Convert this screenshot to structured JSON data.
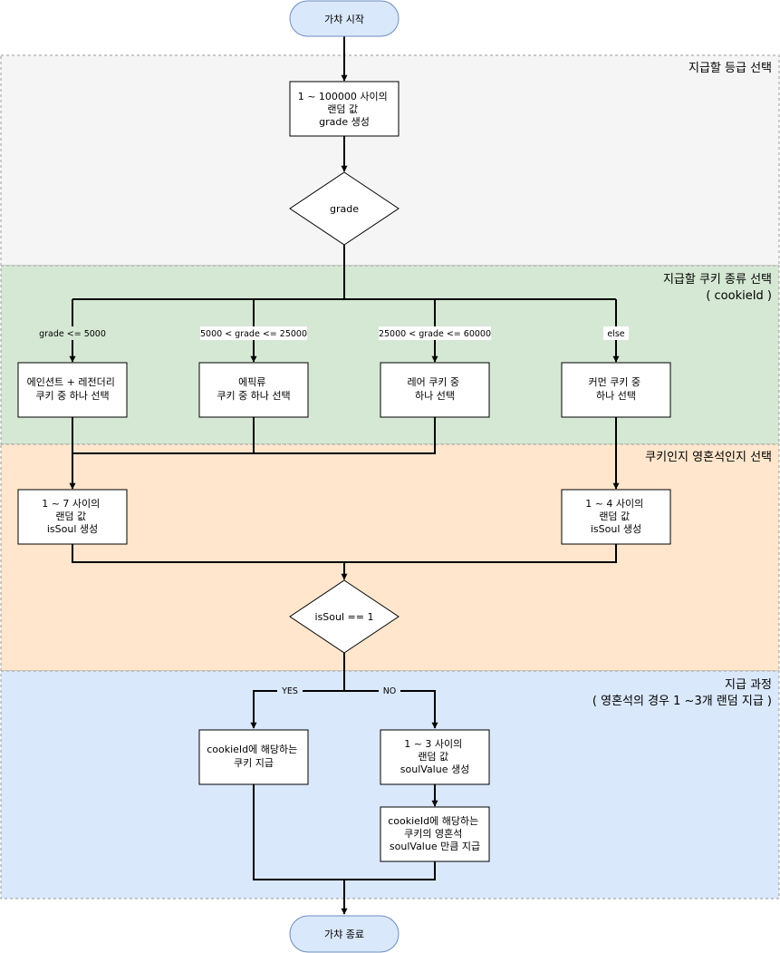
{
  "colors": {
    "lane1": "#f5f5f5",
    "lane2": "#d5e8d4",
    "lane3": "#ffe6cc",
    "lane4": "#dae8fc",
    "terminal_fill": "#dae8fc",
    "terminal_stroke": "#6c8ebf",
    "lane_border": "#999999",
    "line": "#000000"
  },
  "lanes": {
    "grade": {
      "title": "지급할 등급 선택"
    },
    "cookie": {
      "title": "지급할 쿠키 종류 선택",
      "subtitle": "( cookieId )"
    },
    "soul": {
      "title": "쿠키인지 영혼석인지 선택"
    },
    "give": {
      "title": "지급 과정",
      "subtitle": "( 영혼석의 경우 1 ~3개 랜덤 지급 )"
    }
  },
  "nodes": {
    "start": {
      "label": "가챠 시작"
    },
    "grade_gen": {
      "lines": [
        "1 ~ 100000 사이의",
        "랜덤 값",
        "grade 생성"
      ]
    },
    "grade_decision": {
      "label": "grade"
    },
    "legend_heroic": {
      "lines": [
        "에인션트 + 레전더리",
        "쿠키 중 하나 선택"
      ]
    },
    "epic": {
      "lines": [
        "에픽류",
        "쿠키 중 하나 선택"
      ]
    },
    "rare": {
      "lines": [
        "레어 쿠키 중",
        "하나 선택"
      ]
    },
    "common": {
      "lines": [
        "커먼 쿠키 중",
        "하나 선택"
      ]
    },
    "soul7": {
      "lines": [
        "1 ~ 7 사이의",
        "랜덤 값",
        "isSoul 생성"
      ]
    },
    "soul4": {
      "lines": [
        "1 ~ 4 사이의",
        "랜덤 값",
        "isSoul 생성"
      ]
    },
    "soul_decision": {
      "label": "isSoul == 1"
    },
    "give_cookie": {
      "lines": [
        "cookieId에 해당하는",
        "쿠키 지급"
      ]
    },
    "soul_value": {
      "lines": [
        "1 ~ 3 사이의",
        "랜덤 값",
        "soulValue 생성"
      ]
    },
    "give_soul": {
      "lines": [
        "cookieId에 해당하는",
        "쿠키의 영혼석",
        "soulValue 만큼 지급"
      ]
    },
    "end": {
      "label": "가챠 종료"
    }
  },
  "edge_labels": {
    "grade_le_5000": "grade <= 5000",
    "grade_5000_25000": "5000 < grade <= 25000",
    "grade_25000_60000": "25000 < grade <= 60000",
    "else": "else",
    "yes": "YES",
    "no": "NO"
  }
}
